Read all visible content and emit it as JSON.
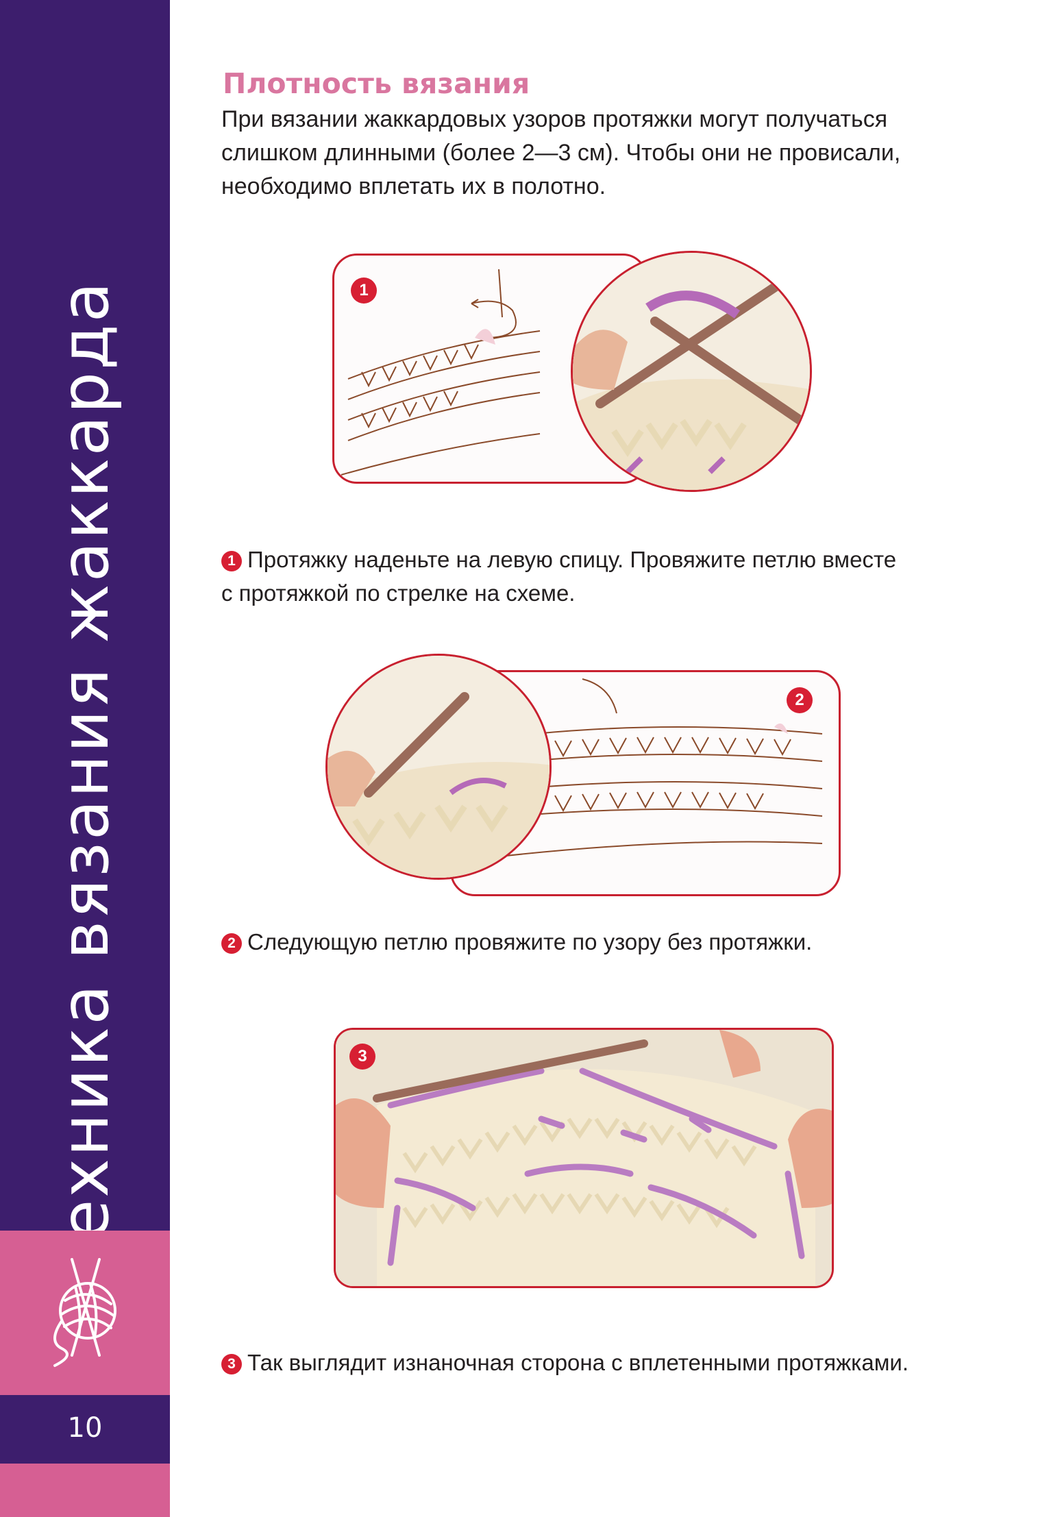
{
  "sidebar": {
    "title": "Техника вязания жаккарда",
    "page_number": "10"
  },
  "section": {
    "title": "Плотность вязания",
    "intro_lines": [
      "При вязании жаккардовых узоров протяжки могут получаться",
      "слишком длинными (более 2—3 см). Чтобы они не провисали,",
      "необходимо вплетать их в полотно."
    ]
  },
  "steps": [
    {
      "badge": "1",
      "lines": [
        "Протяжку наденьте на левую спицу. Провяжите петлю вместе",
        "с  протяжкой по стрелке на схеме."
      ]
    },
    {
      "badge": "2",
      "lines": [
        "Следующую петлю провяжите по узору без протяжки."
      ]
    },
    {
      "badge": "3",
      "lines": [
        "Так выглядит изнаночная сторона с вплетенными протяжками."
      ]
    }
  ],
  "colors": {
    "sidebar": "#3d1e6d",
    "accent_pink": "#d65f93",
    "title_pink": "#d9769f",
    "badge_red": "#d71f33"
  }
}
